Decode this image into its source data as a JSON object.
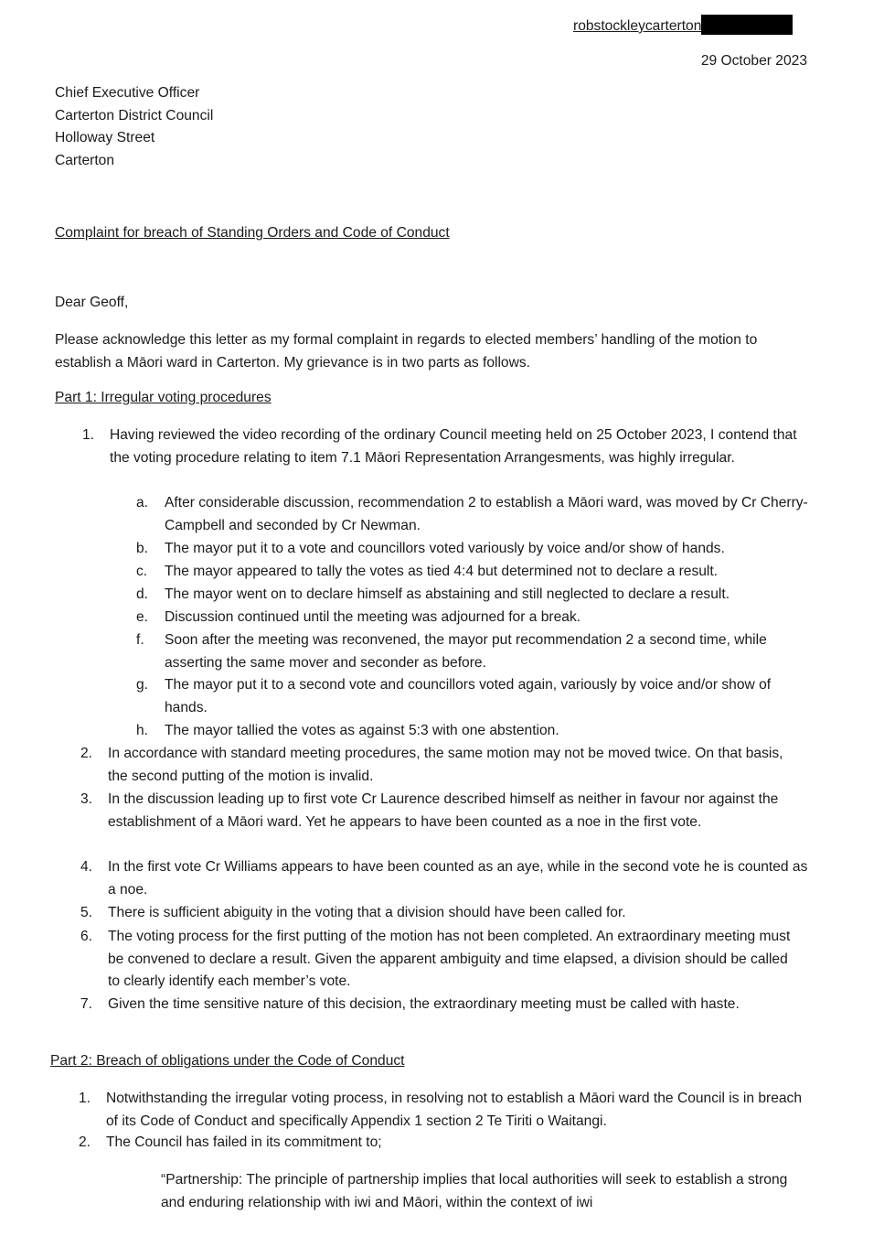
{
  "header": {
    "email": "robstockleycarterton",
    "date": "29 October 2023"
  },
  "address": [
    "Chief Executive Officer",
    "Carterton District Council",
    "Holloway Street",
    "Carterton"
  ],
  "subject": "Complaint for breach of Standing Orders and Code of Conduct",
  "salutation": "Dear Geoff,",
  "intro": "Please acknowledge this letter as my formal complaint in regards to elected members’ handling of the motion to establish a Māori ward in Carterton. My grievance is in two parts as follows.",
  "part1": {
    "heading": "Part 1: Irregular voting procedures",
    "items": [
      {
        "n": "1.",
        "text": "Having reviewed the video recording of the ordinary Council meeting held on 25 October 2023, I contend that the voting procedure relating to item 7.1 Māori  Representation Arrangesments, was highly irregular."
      },
      {
        "n": "2.",
        "text": "In accordance with standard meeting procedures, the same motion may not be moved twice. On that basis, the second putting of the motion is invalid."
      },
      {
        "n": "3.",
        "text": "In the discussion leading up to first vote Cr Laurence described himself as neither in favour nor against the establishment of a Māori  ward. Yet he appears to have been counted as a noe in the first vote."
      },
      {
        "n": "4.",
        "text": "In the first vote Cr Williams appears to have been counted as an aye, while in the second vote he is counted as a noe."
      },
      {
        "n": "5.",
        "text": "There is sufficient abiguity in the voting that a division should have been called for."
      },
      {
        "n": "6.",
        "text": "The voting process for the first putting of the motion has not been completed. An extraordinary meeting must be convened to declare a result. Given the apparent ambiguity and time elapsed, a division should be called to clearly identify each member’s vote."
      },
      {
        "n": "7.",
        "text": "Given the time sensitive nature of this decision, the extraordinary meeting must be called with haste."
      }
    ],
    "subitems": [
      {
        "n": "a.",
        "text": "After considerable discussion, recommendation 2 to establish a Māori  ward, was moved by Cr Cherry-Campbell and seconded by Cr Newman."
      },
      {
        "n": "b.",
        "text": "The mayor put it to a vote and councillors voted variously by voice and/or show of hands."
      },
      {
        "n": "c.",
        "text": "The mayor appeared to tally the votes as tied 4:4 but determined not to declare a result."
      },
      {
        "n": "d.",
        "text": "The mayor went on to declare himself as abstaining and still neglected to declare a result."
      },
      {
        "n": "e.",
        "text": "Discussion continued until the meeting was adjourned for a break."
      },
      {
        "n": "f.",
        "text": "Soon after the meeting was reconvened, the mayor put recommendation 2 a second time, while asserting the same mover and seconder as before."
      },
      {
        "n": "g.",
        "text": "The mayor put it to a second vote and councillors voted again, variously by voice and/or show of hands."
      },
      {
        "n": "h.",
        "text": "The mayor tallied the votes as against 5:3 with one abstention."
      }
    ]
  },
  "part2": {
    "heading": "Part 2: Breach of obligations under the Code of Conduct",
    "items": [
      {
        "n": "1.",
        "text": "Notwithstanding the irregular voting process, in resolving not to establish a Māori  ward the Council is in breach of its Code of Conduct and specifically Appendix 1 section 2 Te Tiriti o Waitangi."
      },
      {
        "n": "2.",
        "text": "The Council has failed in its commitment to;"
      }
    ],
    "quote": "“Partnership: The principle of partnership implies that local authorities will seek to establish a strong and enduring relationship with iwi and Māori, within the context of iwi"
  }
}
